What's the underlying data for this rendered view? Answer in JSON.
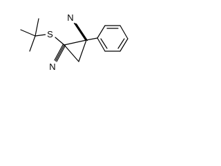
{
  "molecule": {
    "atoms": {
      "sulfur": "S",
      "nitrile_nitrogen_top": "N",
      "nitrile_nitrogen_bottom": "N"
    },
    "substituents": [
      "tert-butyl",
      "phenyl",
      "nitrile",
      "nitrile"
    ],
    "ring": "cyclopropane"
  }
}
